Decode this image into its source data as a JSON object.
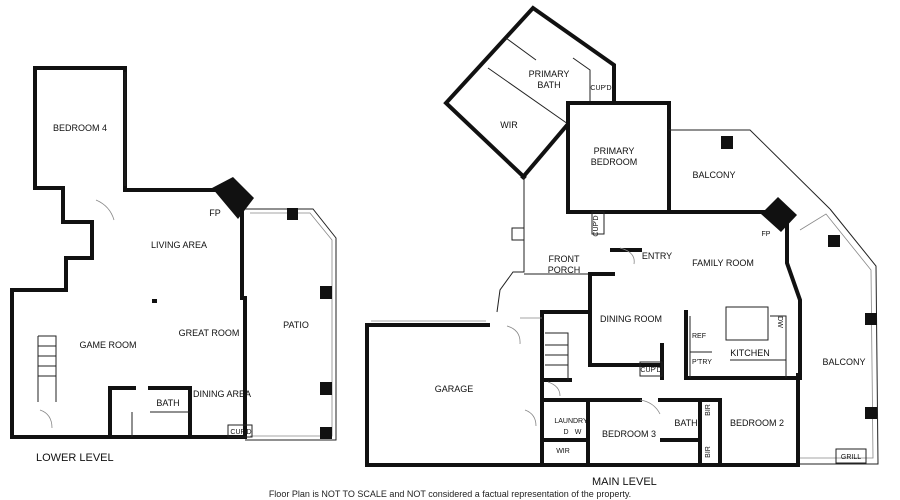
{
  "lower_level": {
    "title": "LOWER LEVEL",
    "rooms": {
      "bedroom4": "BEDROOM 4",
      "living_area": "LIVING AREA",
      "fp": "FP",
      "game_room": "GAME ROOM",
      "great_room": "GREAT ROOM",
      "patio": "PATIO",
      "bath": "BATH",
      "dining_area": "DINING AREA",
      "cupd": "CUP'D"
    }
  },
  "main_level": {
    "title": "MAIN LEVEL",
    "rooms": {
      "primary_bath_1": "PRIMARY",
      "primary_bath_2": "BATH",
      "cupd_top": "CUP'D",
      "wir_top": "WIR",
      "primary_bedroom_1": "PRIMARY",
      "primary_bedroom_2": "BEDROOM",
      "balcony_top": "BALCONY",
      "cupd_entry": "CUP'D",
      "fp": "FP",
      "front_porch_1": "FRONT",
      "front_porch_2": "PORCH",
      "entry": "ENTRY",
      "family_room": "FAMILY ROOM",
      "dining_room": "DINING ROOM",
      "dw": "DW",
      "ref": "REF",
      "pantry": "P'TRY",
      "kitchen": "KITCHEN",
      "cupd_dining": "CUP'D",
      "balcony_right": "BALCONY",
      "garage": "GARAGE",
      "laundry": "LAUNDRY",
      "d": "D",
      "w": "W",
      "bedroom3": "BEDROOM 3",
      "wir_bottom": "WIR",
      "bath": "BATH",
      "bir_1": "BIR",
      "bir_2": "BIR",
      "bedroom2": "BEDROOM 2",
      "grill": "GRILL"
    }
  },
  "disclaimer": "Floor Plan is NOT TO SCALE and NOT considered a factual representation of the property."
}
